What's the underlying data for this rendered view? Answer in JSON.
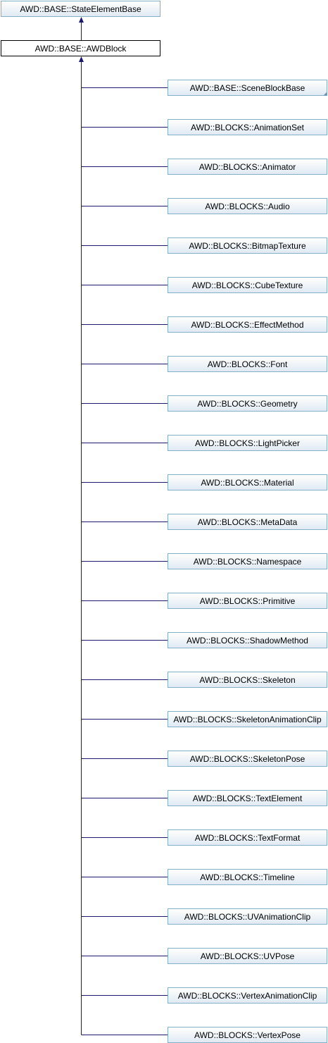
{
  "diagram": {
    "base_class": "AWD::BASE::StateElementBase",
    "current_class": "AWD::BASE::AWDBlock",
    "derived_classes": [
      {
        "label": "AWD::BASE::SceneBlockBase",
        "has_more": true
      },
      {
        "label": "AWD::BLOCKS::AnimationSet",
        "has_more": false
      },
      {
        "label": "AWD::BLOCKS::Animator",
        "has_more": false
      },
      {
        "label": "AWD::BLOCKS::Audio",
        "has_more": false
      },
      {
        "label": "AWD::BLOCKS::BitmapTexture",
        "has_more": false
      },
      {
        "label": "AWD::BLOCKS::CubeTexture",
        "has_more": false
      },
      {
        "label": "AWD::BLOCKS::EffectMethod",
        "has_more": false
      },
      {
        "label": "AWD::BLOCKS::Font",
        "has_more": false
      },
      {
        "label": "AWD::BLOCKS::Geometry",
        "has_more": false
      },
      {
        "label": "AWD::BLOCKS::LightPicker",
        "has_more": false
      },
      {
        "label": "AWD::BLOCKS::Material",
        "has_more": false
      },
      {
        "label": "AWD::BLOCKS::MetaData",
        "has_more": false
      },
      {
        "label": "AWD::BLOCKS::Namespace",
        "has_more": false
      },
      {
        "label": "AWD::BLOCKS::Primitive",
        "has_more": false
      },
      {
        "label": "AWD::BLOCKS::ShadowMethod",
        "has_more": false
      },
      {
        "label": "AWD::BLOCKS::Skeleton",
        "has_more": false
      },
      {
        "label": "AWD::BLOCKS::SkeletonAnimationClip",
        "has_more": false
      },
      {
        "label": "AWD::BLOCKS::SkeletonPose",
        "has_more": false
      },
      {
        "label": "AWD::BLOCKS::TextElement",
        "has_more": false
      },
      {
        "label": "AWD::BLOCKS::TextFormat",
        "has_more": false
      },
      {
        "label": "AWD::BLOCKS::Timeline",
        "has_more": false
      },
      {
        "label": "AWD::BLOCKS::UVAnimationClip",
        "has_more": false
      },
      {
        "label": "AWD::BLOCKS::UVPose",
        "has_more": false
      },
      {
        "label": "AWD::BLOCKS::VertexAnimationClip",
        "has_more": false
      },
      {
        "label": "AWD::BLOCKS::VertexPose",
        "has_more": false
      }
    ],
    "colors": {
      "node_fill_top": "#ffffff",
      "node_fill_bottom": "#dfe9f3",
      "node_border": "#84b0c7",
      "current_border": "#000000",
      "edge": "#191970"
    }
  }
}
